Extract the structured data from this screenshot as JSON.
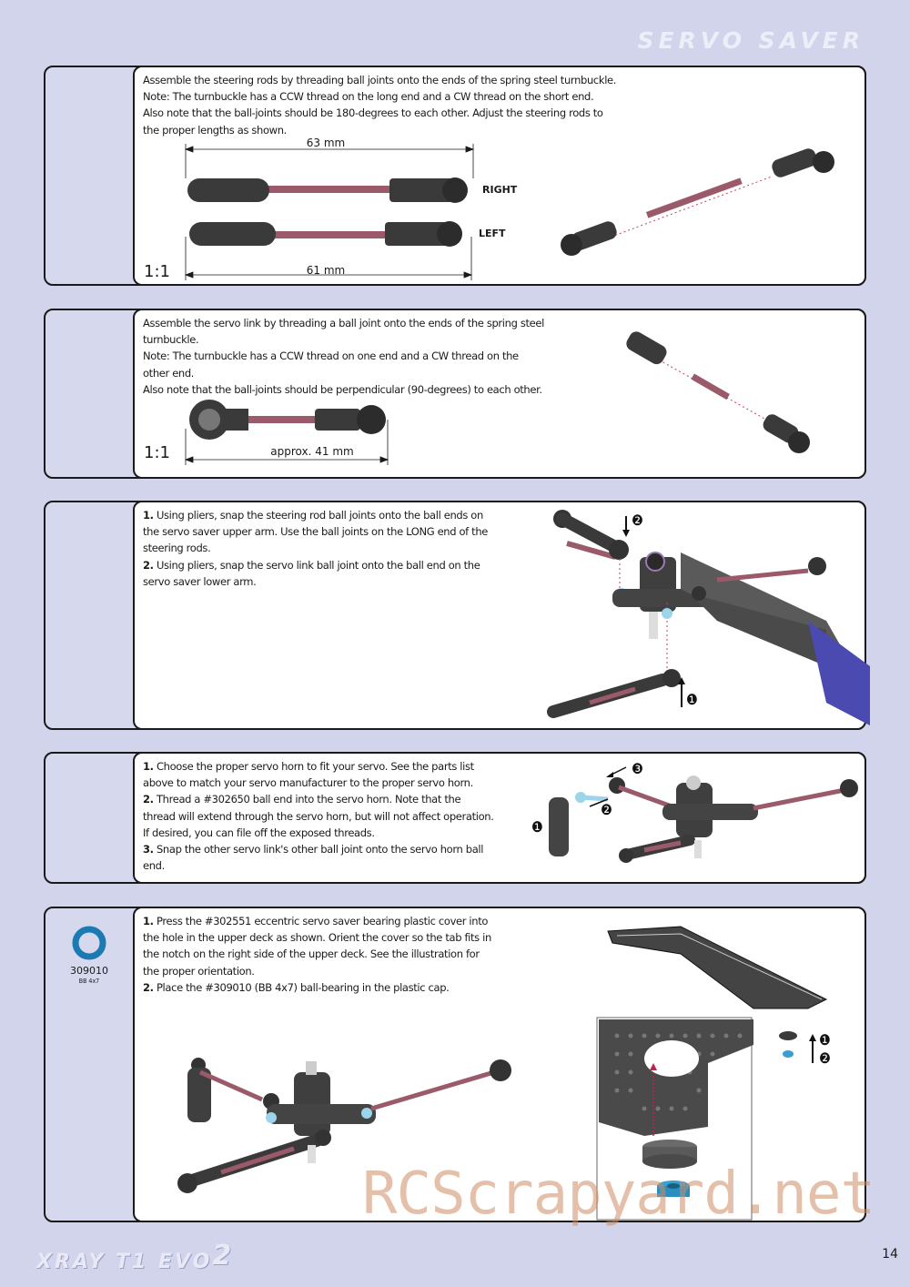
{
  "header": {
    "title": "SERVO SAVER"
  },
  "steps": [
    {
      "text": [
        "Assemble the steering rods by threading ball joints onto the ends of the spring steel turnbuckle.",
        "Note: The turnbuckle has a CCW thread on the long end and a CW thread on the short end.",
        "Also note that the ball-joints should be 180-degrees to each other. Adjust the steering rods to",
        "the proper lengths as shown."
      ],
      "scale": "1:1",
      "dim_top": "63 mm",
      "dim_bottom": "61 mm",
      "label_right": "RIGHT",
      "label_left": "LEFT"
    },
    {
      "text": [
        "Assemble the servo link by threading a ball joint onto the ends of the spring steel",
        "turnbuckle.",
        "Note: The turnbuckle has a CCW thread on one end and a CW thread on the",
        "other end.",
        "Also note that the ball-joints should be perpendicular (90-degrees) to each other."
      ],
      "scale": "1:1",
      "dim": "approx. 41 mm"
    },
    {
      "items": [
        {
          "num": "1.",
          "text": " Using pliers, snap the steering rod ball joints onto the ball ends on"
        },
        {
          "num": "",
          "text": "the servo saver upper arm. Use the ball joints on the LONG end of the"
        },
        {
          "num": "",
          "text": "steering rods."
        },
        {
          "num": "2.",
          "text": " Using pliers, snap the servo link ball joint onto the ball end on the"
        },
        {
          "num": "",
          "text": "servo saver lower arm."
        }
      ],
      "callout_1": "❶",
      "callout_2": "❷"
    },
    {
      "items": [
        {
          "num": "1.",
          "text": " Choose the proper servo horn to fit your servo. See the parts list"
        },
        {
          "num": "",
          "text": "above to match your servo manufacturer to the proper servo horn."
        },
        {
          "num": "2.",
          "text": " Thread a #302650 ball end into the servo horn. Note that the"
        },
        {
          "num": "",
          "text": "thread will extend through the servo horn, but will not affect operation."
        },
        {
          "num": "",
          "text": "If desired, you can file off the exposed threads."
        },
        {
          "num": "3.",
          "text": " Snap the other servo link's other ball joint onto the servo horn ball"
        },
        {
          "num": "",
          "text": "end."
        }
      ],
      "callout_1": "❶",
      "callout_2": "❷",
      "callout_3": "❸"
    },
    {
      "part_number": "309010",
      "part_desc": "BB 4x7",
      "items": [
        {
          "num": "1.",
          "text": " Press the #302551 eccentric servo saver bearing plastic cover into"
        },
        {
          "num": "",
          "text": "the hole in the upper deck as shown. Orient the cover so the tab fits in"
        },
        {
          "num": "",
          "text": "the notch on the right side of the upper deck. See the illustration for"
        },
        {
          "num": "",
          "text": "the proper orientation."
        },
        {
          "num": "2.",
          "text": " Place the #309010 (BB 4x7) ball-bearing in the plastic cap."
        }
      ],
      "callout_1": "❶",
      "callout_2": "❷"
    }
  ],
  "footer": {
    "logo": "XRAY T1 EVO",
    "logo_mark": "2",
    "page": "14"
  },
  "watermark": "RCScrapyard.net",
  "colors": {
    "page_bg": "#d2d4ec",
    "rod": "#8a4a5a",
    "joint": "#3a3a3a",
    "bearing": "#3a9fd0"
  }
}
